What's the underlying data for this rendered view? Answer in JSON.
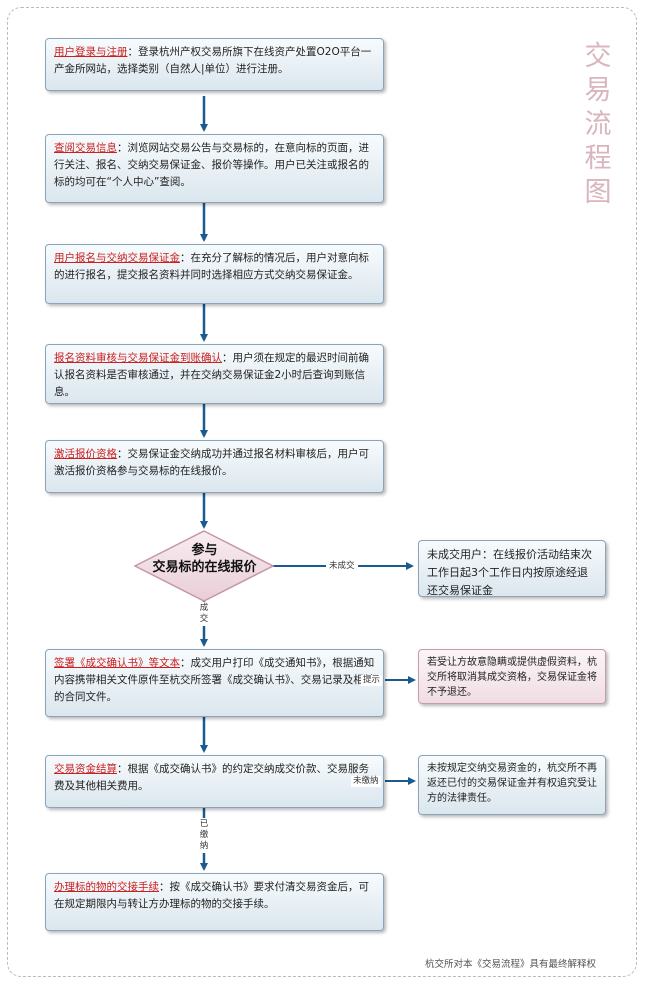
{
  "side_title": "交易流程图",
  "steps": [
    {
      "link": "用户登录与注册",
      "text": "：登录杭州产权交易所旗下在线资产处置O2O平台一产金所网站，选择类别（自然人|单位）进行注册。"
    },
    {
      "link": "查阅交易信息",
      "text": "：浏览网站交易公告与交易标的，在意向标的页面，进行关注、报名、交纳交易保证金、报价等操作。用户已关注或报名的标的均可在“个人中心”查阅。"
    },
    {
      "link": "用户报名与交纳交易保证金",
      "text": "：在充分了解标的情况后，用户对意向标的进行报名，提交报名资料并同时选择相应方式交纳交易保证金。"
    },
    {
      "link": "报名资料审核与交易保证金到账确认",
      "text": "：用户须在规定的最迟时间前确认报名资料是否审核通过，并在交纳交易保证金2小时后查询到账信息。"
    },
    {
      "link": "激活报价资格",
      "text": "：交易保证金交纳成功并通过报名材料审核后，用户可激活报价资格参与交易标的在线报价。"
    },
    {
      "link": "签署《成交确认书》等文本",
      "text": "：成交用户打印《成交通知书》，根据通知内容携带相关文件原件至杭交所签署《成交确认书》、交易记录及相关的合同文件。"
    },
    {
      "link": "交易资金结算",
      "text": "：根据《成交确认书》的约定交纳成交价款、交易服务费及其他相关费用。"
    },
    {
      "link": "办理标的物的交接手续",
      "text": "：按《成交确认书》要求付清交易资金后，可在规定期限内与转让方办理标的物的交接手续。"
    }
  ],
  "decision": {
    "line1": "参与",
    "line2": "交易标的在线报价"
  },
  "labels": {
    "not_deal": "未成交",
    "deal": "成交",
    "hint": "提示",
    "unpaid": "未缴纳",
    "paid": "已缴纳"
  },
  "side_notes": {
    "not_deal": "未成交用户：在线报价活动结束次工作日起3个工作日内按原途经退还交易保证金",
    "hint": "若受让方故意隐瞒或提供虚假资料，杭交所将取消其成交资格，交易保证金将不予退还。",
    "unpaid": "未按规定交纳交易资金的，杭交所不再返还已付的交易保证金并有权追究受让方的法律责任。"
  },
  "footer": "杭交所对本《交易流程》具有最终解释权"
}
